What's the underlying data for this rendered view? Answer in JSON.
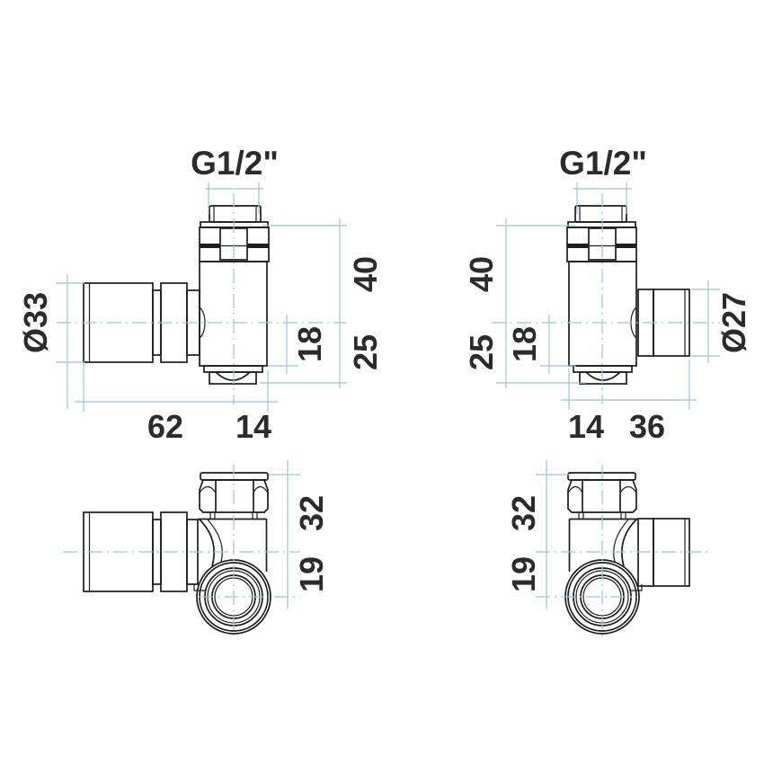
{
  "drawing": {
    "background": "#ffffff",
    "colors": {
      "outline": "#1d1d1b",
      "dimension_lines": "#9cc3d5",
      "text": "#2b2b2b"
    },
    "views": {
      "top_left": {
        "thread_label": "G1/2\"",
        "side_diameter_label": "Ø33",
        "dim_40": "40",
        "dim_18": "18",
        "dim_25": "25",
        "dim_62": "62",
        "dim_14": "14"
      },
      "top_right": {
        "thread_label": "G1/2\"",
        "side_diameter_label": "Ø27",
        "dim_40": "40",
        "dim_18": "18",
        "dim_25": "25",
        "dim_14": "14",
        "dim_36": "36"
      },
      "bottom_left": {
        "dim_32": "32",
        "dim_19": "19"
      },
      "bottom_right": {
        "dim_32": "32",
        "dim_19": "19"
      }
    }
  }
}
